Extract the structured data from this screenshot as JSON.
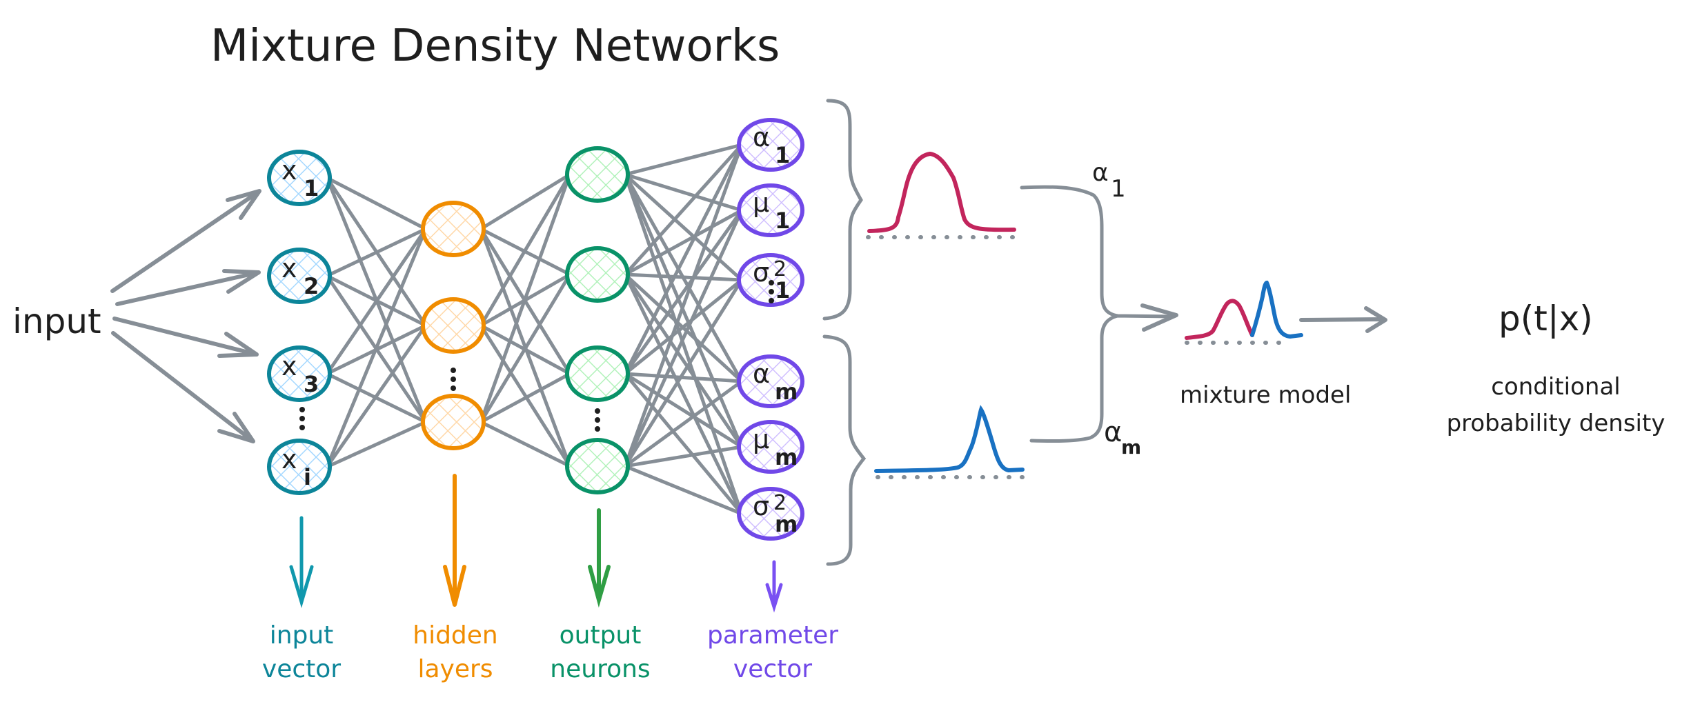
{
  "title": "Mixture Density Networks",
  "input_label": "input",
  "colors": {
    "input": "#0c8599",
    "input_fill": "#a5d8ff",
    "hidden": "#f08c00",
    "hidden_fill": "#ffd8a8",
    "output": "#099268",
    "output_fill": "#b2f2bb",
    "param": "#7048e8",
    "param_fill": "#d0bfff",
    "edge": "#868e96",
    "gauss1": "#c2255c",
    "gaussm": "#1971c2",
    "arrow_input": "#1098ad",
    "arrow_hidden": "#f08c00",
    "arrow_output": "#2f9e44",
    "arrow_param": "#7950f2"
  },
  "input_nodes": [
    {
      "symbol": "x",
      "sub": "1"
    },
    {
      "symbol": "x",
      "sub": "2"
    },
    {
      "symbol": "x",
      "sub": "3"
    },
    {
      "symbol": "x",
      "sub": "i"
    }
  ],
  "param_nodes": [
    {
      "symbol": "α",
      "sub": "1",
      "sup": ""
    },
    {
      "symbol": "μ",
      "sub": "1",
      "sup": ""
    },
    {
      "symbol": "σ",
      "sub": "1",
      "sup": "2"
    },
    {
      "symbol": "α",
      "sub": "m",
      "sup": ""
    },
    {
      "symbol": "μ",
      "sub": "m",
      "sup": ""
    },
    {
      "symbol": "σ",
      "sub": "m",
      "sup": "2"
    }
  ],
  "weights": {
    "alpha1": {
      "symbol": "α",
      "sub": "1"
    },
    "alpham": {
      "symbol": "α",
      "sub": "m"
    }
  },
  "mixture_label": "mixture model",
  "result_label": "p(t|x)",
  "result_caption": [
    "conditional",
    "probability density"
  ],
  "layer_labels": [
    {
      "line1": "input",
      "line2": "vector"
    },
    {
      "line1": "hidden",
      "line2": "layers"
    },
    {
      "line1": "output",
      "line2": "neurons"
    },
    {
      "line1": "parameter",
      "line2": "vector"
    }
  ],
  "ellipsis": "⋮"
}
